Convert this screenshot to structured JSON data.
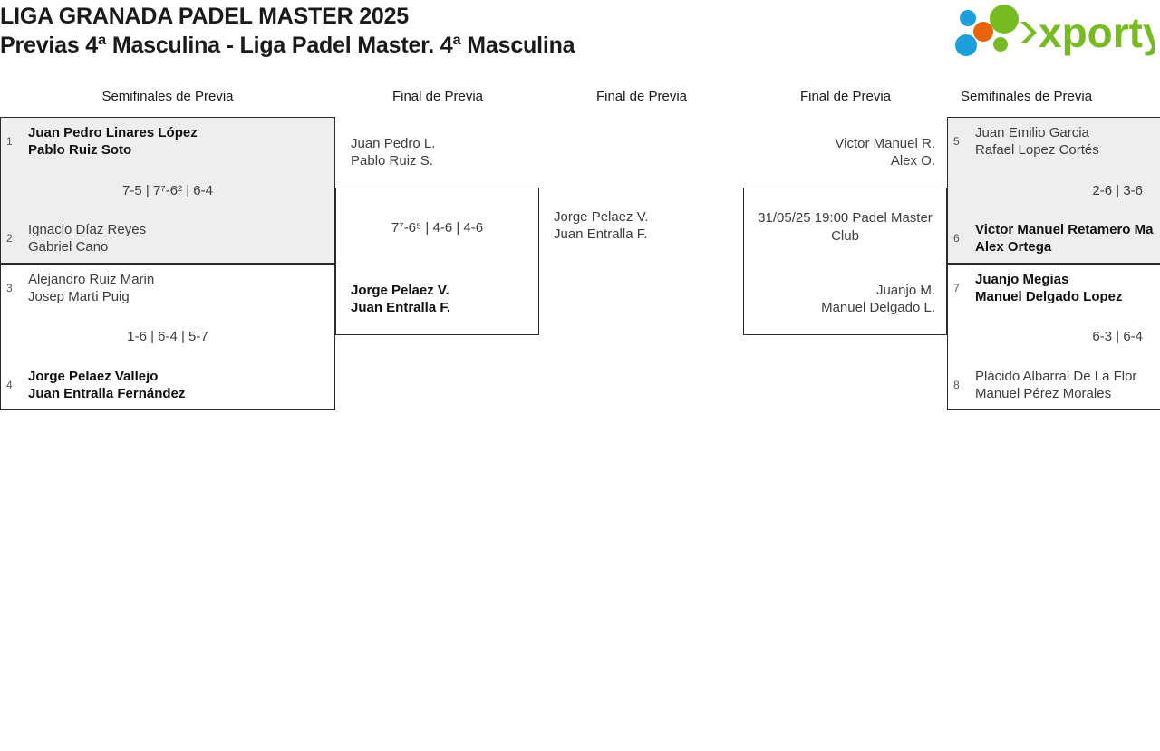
{
  "header": {
    "tournament": "LIGA GRANADA PADEL MASTER 2025",
    "subtitle": "Previas 4ª Masculina - Liga Padel Master. 4ª Masculina",
    "logo_text": "xporty",
    "logo_colors": {
      "green": "#76bc21",
      "blue": "#1ca0dd",
      "orange": "#e8630a"
    }
  },
  "rounds": [
    {
      "label": "Semifinales de Previa"
    },
    {
      "label": "Final de Previa"
    },
    {
      "label": "Final de Previa"
    },
    {
      "label": "Final de Previa"
    },
    {
      "label": "Semifinales de Previa"
    }
  ],
  "matches": {
    "left_semi_1": {
      "top": {
        "seed": "1",
        "player1": "Juan Pedro Linares López",
        "player2": "Pablo Ruiz Soto",
        "winner": true
      },
      "bottom": {
        "seed": "2",
        "player1": "Ignacio Díaz Reyes",
        "player2": "Gabriel Cano",
        "winner": false
      },
      "score": "7-5 | 7⁷-6² | 6-4"
    },
    "left_semi_2": {
      "top": {
        "seed": "3",
        "player1": "Alejandro Ruiz Marin",
        "player2": "Josep Marti Puig",
        "winner": false
      },
      "bottom": {
        "seed": "4",
        "player1": "Jorge Pelaez Vallejo",
        "player2": "Juan Entralla Fernández",
        "winner": true
      },
      "score": "1-6 | 6-4 | 5-7"
    },
    "left_final": {
      "top": {
        "player1": "Juan Pedro L.",
        "player2": "Pablo Ruiz S.",
        "winner": false
      },
      "bottom": {
        "player1": "Jorge Pelaez V.",
        "player2": "Juan Entralla F.",
        "winner": true
      },
      "score": "7⁷-6⁵ | 4-6 | 4-6"
    },
    "center": {
      "qualifier": {
        "player1": "Jorge Pelaez V.",
        "player2": "Juan Entralla F.",
        "winner": false
      }
    },
    "right_final": {
      "top": {
        "player1": "Victor Manuel R.",
        "player2": "Alex O.",
        "winner": false
      },
      "bottom": {
        "player1": "Juanjo M.",
        "player2": "Manuel Delgado L.",
        "winner": false
      },
      "schedule_line1": "31/05/25 19:00 Padel Master",
      "schedule_line2": "Club"
    },
    "right_semi_1": {
      "top": {
        "seed": "5",
        "player1": "Juan Emilio Garcia",
        "player2": "Rafael Lopez Cortés",
        "winner": false
      },
      "bottom": {
        "seed": "6",
        "player1": "Victor Manuel Retamero Ma",
        "player2": "Alex Ortega",
        "winner": true
      },
      "score": "2-6 | 3-6"
    },
    "right_semi_2": {
      "top": {
        "seed": "7",
        "player1": "Juanjo Megias",
        "player2": "Manuel Delgado Lopez",
        "winner": true
      },
      "bottom": {
        "seed": "8",
        "player1": "Plácido Albarral De La Flor",
        "player2": "Manuel Pérez Morales",
        "winner": false
      },
      "score": "6-3 | 6-4"
    }
  }
}
